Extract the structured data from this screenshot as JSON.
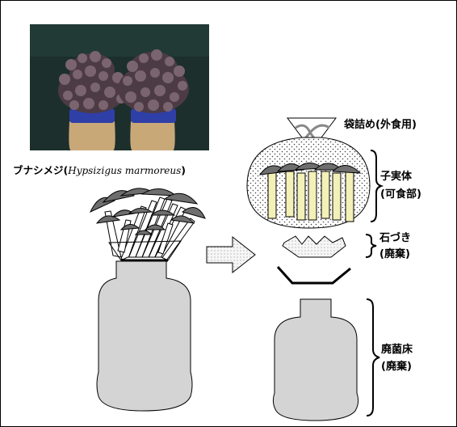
{
  "labels": {
    "species_jp": "ブナシメジ",
    "species_open": "(",
    "species_sci": "Hypsizigus marmoreus",
    "species_close": ")",
    "bagging": "袋詰め(外食用)",
    "fruit_body_1": "子実体",
    "fruit_body_2": "(可食部)",
    "stone_base_1": "石づき",
    "stone_base_2": "(廃棄)",
    "spent_bed_1": "廃菌床",
    "spent_bed_2": "(廃棄)"
  },
  "colors": {
    "cap_gray": "#6e6e6e",
    "stem_yellow": "#f3f0b8",
    "bottle_gray": "#d4d4d4",
    "arrow_gray": "#a0a0a0",
    "photo_bg": "#1c2f2c",
    "collar_blue": "#2f3fa8",
    "medium_tan": "#c9a878"
  }
}
